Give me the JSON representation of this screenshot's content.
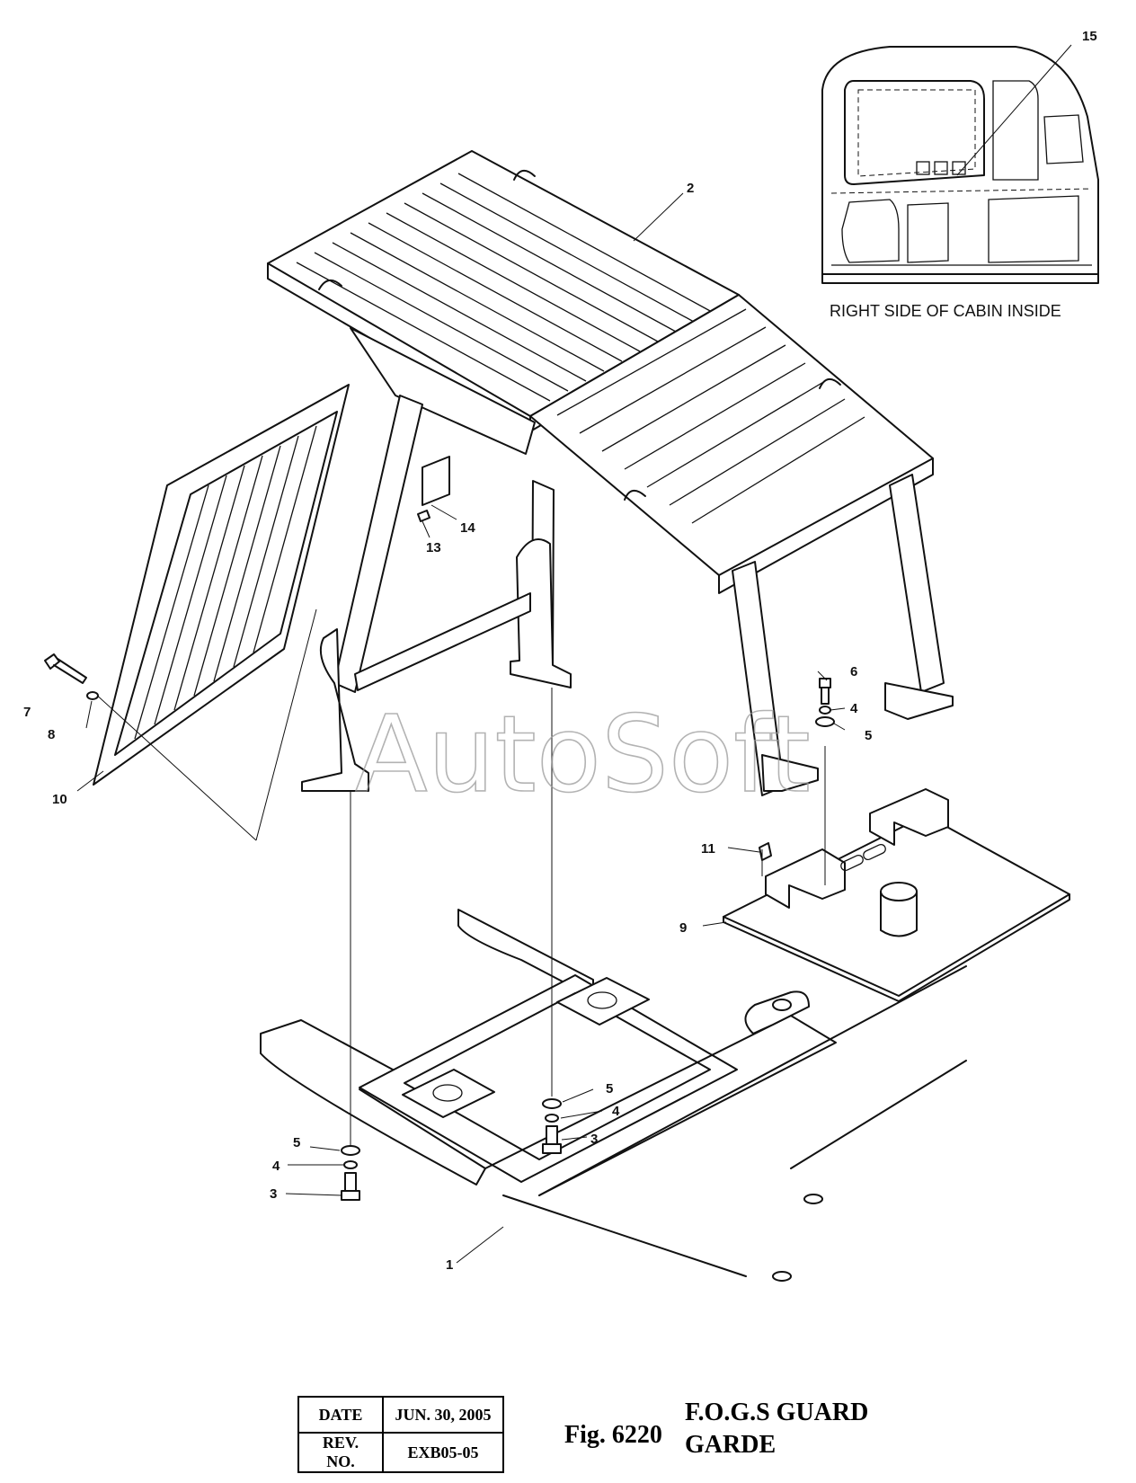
{
  "watermark": "AutoSoft",
  "inset": {
    "caption": "RIGHT SIDE OF CABIN INSIDE"
  },
  "callouts": [
    {
      "id": "c15",
      "label": "15"
    },
    {
      "id": "c2",
      "label": "2"
    },
    {
      "id": "c14",
      "label": "14"
    },
    {
      "id": "c13",
      "label": "13"
    },
    {
      "id": "c6",
      "label": "6"
    },
    {
      "id": "c4a",
      "label": "4"
    },
    {
      "id": "c5a",
      "label": "5"
    },
    {
      "id": "c7",
      "label": "7"
    },
    {
      "id": "c8",
      "label": "8"
    },
    {
      "id": "c10",
      "label": "10"
    },
    {
      "id": "c11",
      "label": "11"
    },
    {
      "id": "c9",
      "label": "9"
    },
    {
      "id": "c5b",
      "label": "5"
    },
    {
      "id": "c4b",
      "label": "4"
    },
    {
      "id": "c3b",
      "label": "3"
    },
    {
      "id": "c5c",
      "label": "5"
    },
    {
      "id": "c4c",
      "label": "4"
    },
    {
      "id": "c3c",
      "label": "3"
    },
    {
      "id": "c1",
      "label": "1"
    }
  ],
  "title_block": {
    "date_label": "DATE",
    "date_value": "JUN. 30, 2005",
    "rev_label": "REV. NO.",
    "rev_value": "EXB05-05"
  },
  "figure": {
    "number": "Fig. 6220",
    "title_line1": "F.O.G.S GUARD",
    "title_line2": "GARDE"
  }
}
